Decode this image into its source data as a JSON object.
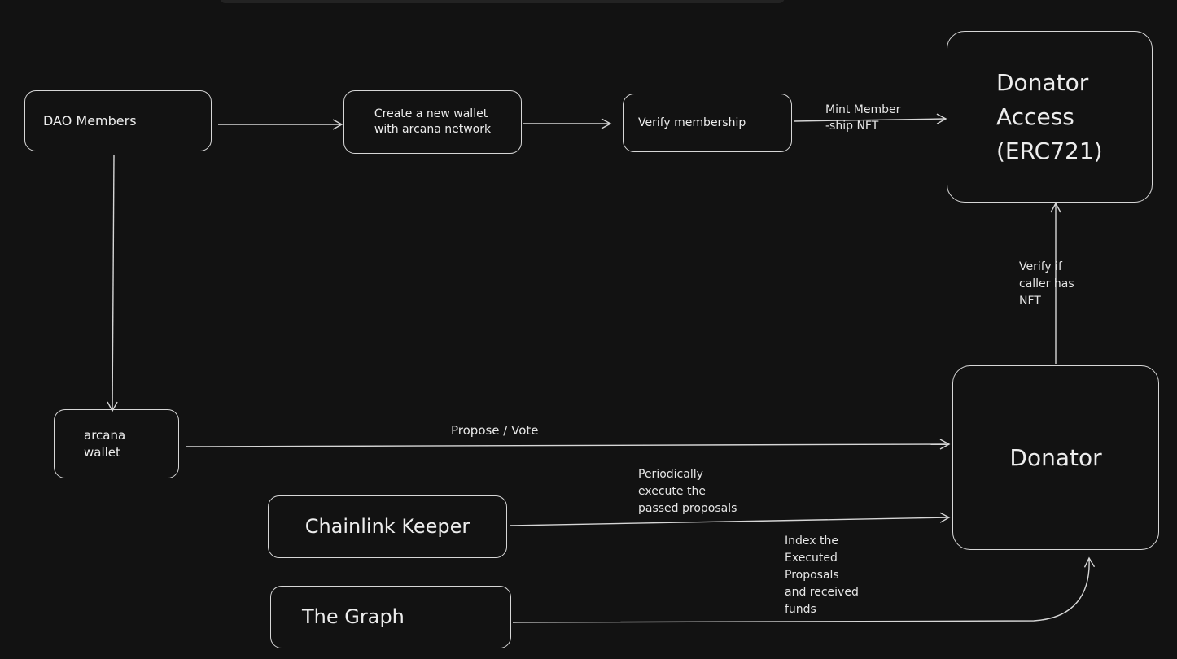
{
  "nodes": {
    "dao_members": {
      "label": "DAO Members"
    },
    "create_wallet": {
      "label": "Create a new wallet\nwith arcana network"
    },
    "verify_membership": {
      "label": "Verify membership"
    },
    "donator_access": {
      "label": "Donator\nAccess\n(ERC721)"
    },
    "arcana_wallet": {
      "label": "arcana\nwallet"
    },
    "donator": {
      "label": "Donator"
    },
    "chainlink_keeper": {
      "label": "Chainlink Keeper"
    },
    "the_graph": {
      "label": "The Graph"
    }
  },
  "edges": {
    "mint_membership": {
      "label": "Mint Member\n-ship NFT"
    },
    "verify_nft": {
      "label": "Verify if\ncaller has\nNFT"
    },
    "propose_vote": {
      "label": "Propose / Vote"
    },
    "periodically_execute": {
      "label": "Periodically\nexecute the\npassed proposals"
    },
    "index_executed": {
      "label": "Index the\nExecuted\nProposals\nand received\nfunds"
    }
  },
  "colors": {
    "background": "#121212",
    "stroke": "#d6d6d6",
    "text": "#ececec"
  }
}
